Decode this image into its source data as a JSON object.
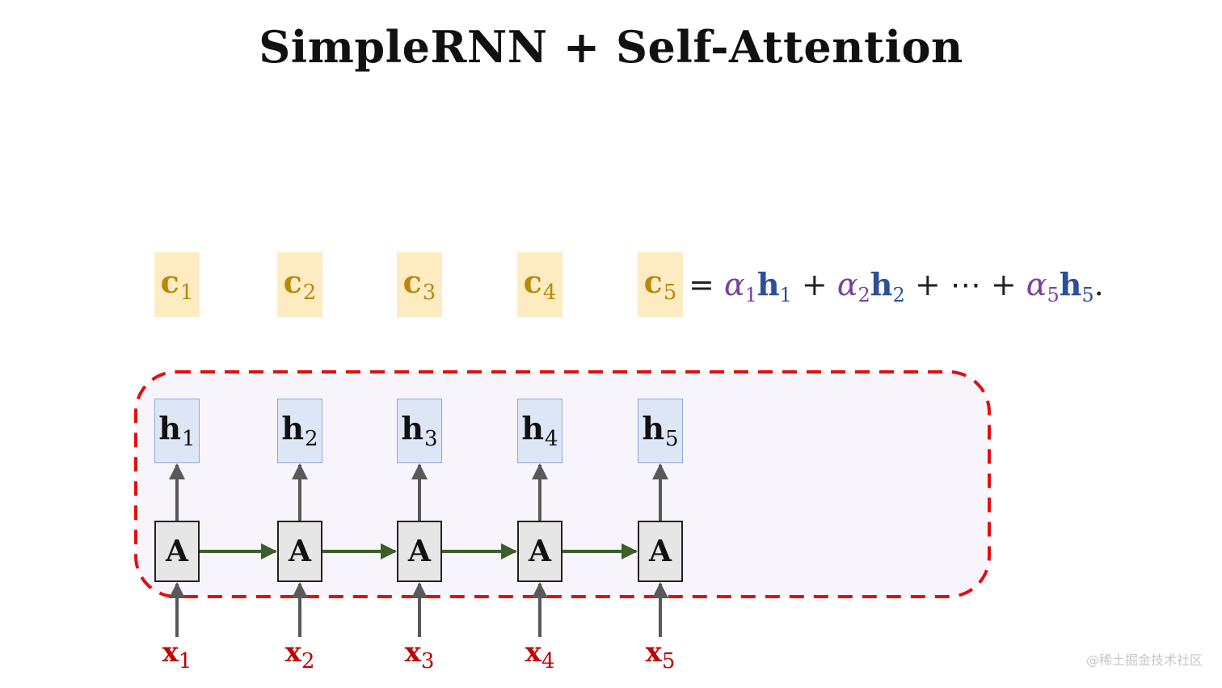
{
  "title": "SimpleRNN + Self-Attention",
  "c_labels": [
    {
      "base": "c",
      "sub": "1"
    },
    {
      "base": "c",
      "sub": "2"
    },
    {
      "base": "c",
      "sub": "3"
    },
    {
      "base": "c",
      "sub": "4"
    },
    {
      "base": "c",
      "sub": "5"
    }
  ],
  "h_labels": [
    {
      "base": "h",
      "sub": "1"
    },
    {
      "base": "h",
      "sub": "2"
    },
    {
      "base": "h",
      "sub": "3"
    },
    {
      "base": "h",
      "sub": "4"
    },
    {
      "base": "h",
      "sub": "5"
    }
  ],
  "rnn_cell_label": "A",
  "x_labels": [
    {
      "base": "x",
      "sub": "1"
    },
    {
      "base": "x",
      "sub": "2"
    },
    {
      "base": "x",
      "sub": "3"
    },
    {
      "base": "x",
      "sub": "4"
    },
    {
      "base": "x",
      "sub": "5"
    }
  ],
  "equation": {
    "eq": "=",
    "alpha": "α",
    "h": "h",
    "s1": "1",
    "s2": "2",
    "s5": "5",
    "plus": "+",
    "dots": "⋯",
    "period": "."
  },
  "watermark": "@稀土掘金技术社区",
  "colors": {
    "c_fill": "#fdebc2",
    "c_text": "#b8890a",
    "h_fill": "#dde6f5",
    "h_border": "#8ea9d6",
    "a_fill": "#e6e6e6",
    "x_text": "#c00000",
    "alpha_text": "#7b3fa0",
    "h_eq_text": "#2c4f9a",
    "region_border": "#e01010",
    "region_fill": "#f8f4fb",
    "recurrent_arrow": "#3c5e2a",
    "vertical_arrow": "#595959"
  }
}
